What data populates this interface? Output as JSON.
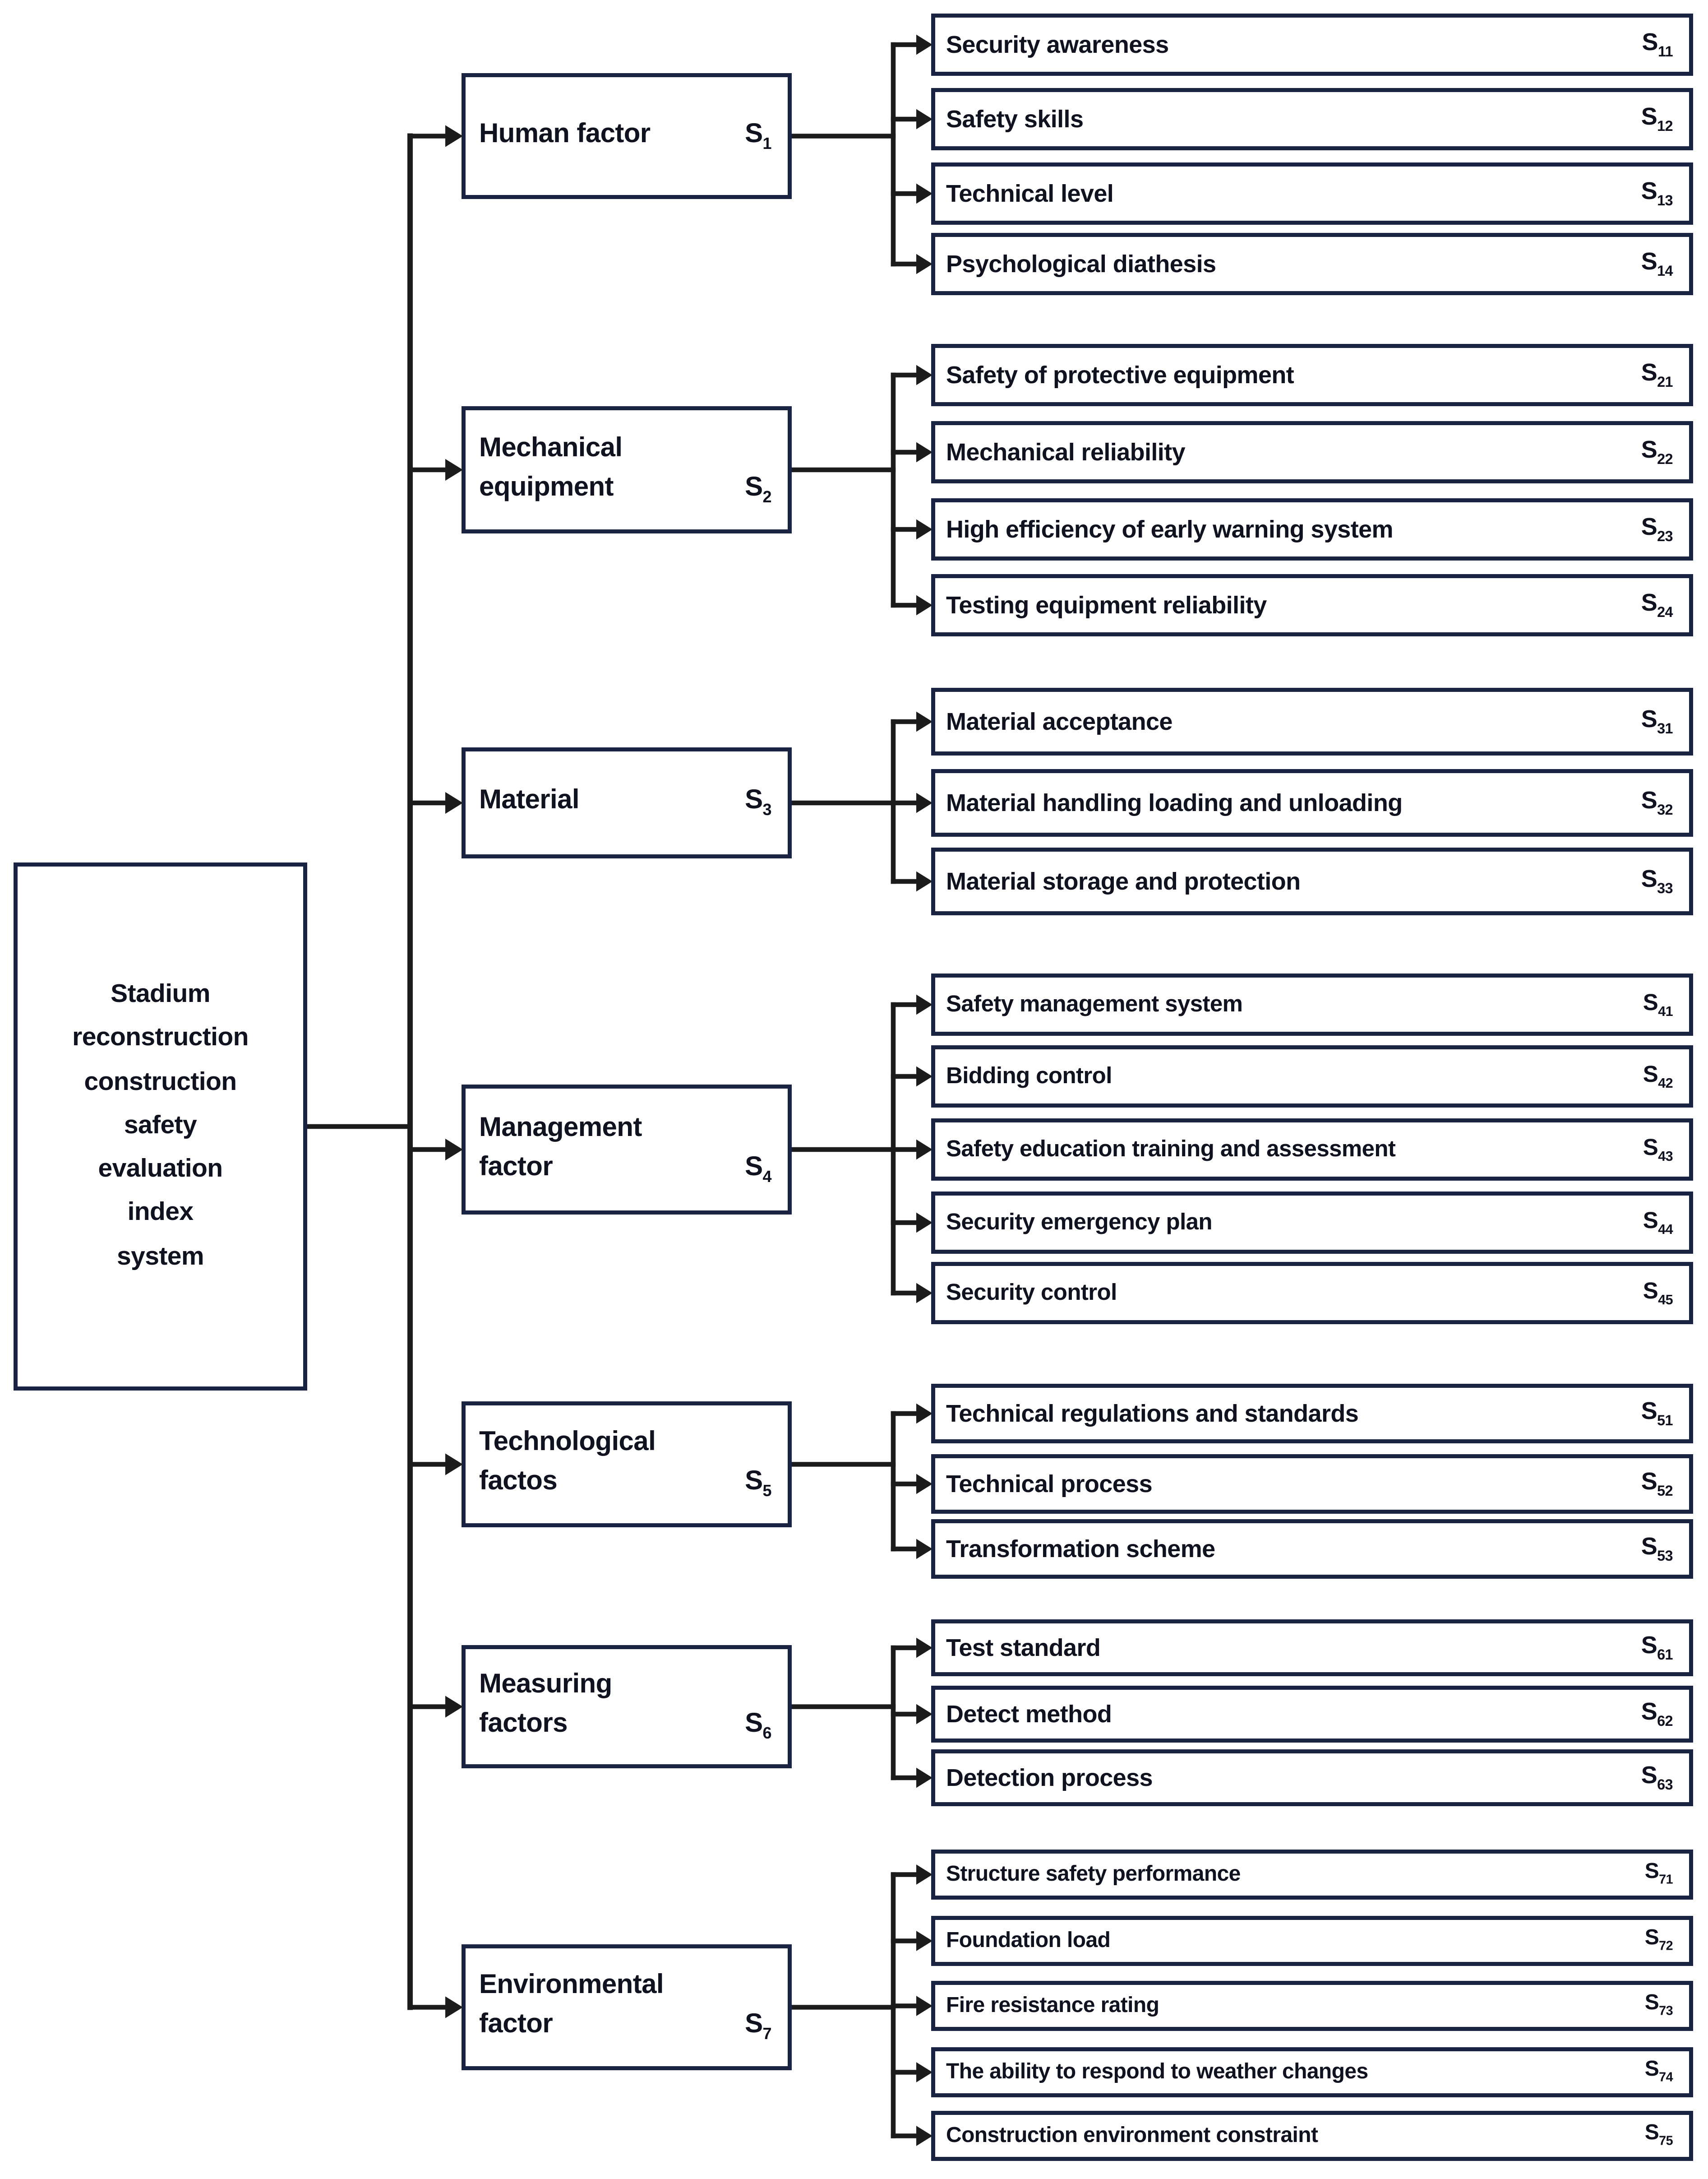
{
  "code_base": "S",
  "root": {
    "label": [
      "Stadium",
      "reconstruction",
      "construction",
      "safety",
      "evaluation",
      "index",
      "system"
    ]
  },
  "groups": [
    {
      "factor": {
        "label_line1": "",
        "label_line2": "Human factor",
        "code_sub": "1"
      },
      "items": [
        {
          "label": "Security awareness",
          "code_sub": "11"
        },
        {
          "label": "Safety skills",
          "code_sub": "12"
        },
        {
          "label": "Technical level",
          "code_sub": "13"
        },
        {
          "label": "Psychological diathesis",
          "code_sub": "14"
        }
      ]
    },
    {
      "factor": {
        "label_line1": "Mechanical",
        "label_line2": "equipment",
        "code_sub": "2"
      },
      "items": [
        {
          "label": "Safety of protective equipment",
          "code_sub": "21"
        },
        {
          "label": "Mechanical reliability",
          "code_sub": "22"
        },
        {
          "label": "High efficiency of early warning system",
          "code_sub": "23"
        },
        {
          "label": "Testing equipment reliability",
          "code_sub": "24"
        }
      ]
    },
    {
      "factor": {
        "label_line1": "",
        "label_line2": "Material",
        "code_sub": "3"
      },
      "items": [
        {
          "label": "Material acceptance",
          "code_sub": "31"
        },
        {
          "label": "Material handling loading and unloading",
          "code_sub": "32"
        },
        {
          "label": "Material storage and protection",
          "code_sub": "33"
        }
      ]
    },
    {
      "factor": {
        "label_line1": "Management",
        "label_line2": "factor",
        "code_sub": "4"
      },
      "items": [
        {
          "label": "Safety management system",
          "code_sub": "41"
        },
        {
          "label": "Bidding control",
          "code_sub": "42"
        },
        {
          "label": "Safety education training and assessment",
          "code_sub": "43"
        },
        {
          "label": "Security emergency plan",
          "code_sub": "44"
        },
        {
          "label": "Security control",
          "code_sub": "45"
        }
      ]
    },
    {
      "factor": {
        "label_line1": "Technological",
        "label_line2": "factos",
        "code_sub": "5"
      },
      "items": [
        {
          "label": "Technical regulations and standards",
          "code_sub": "51"
        },
        {
          "label": "Technical process",
          "code_sub": "52"
        },
        {
          "label": "Transformation scheme",
          "code_sub": "53"
        }
      ]
    },
    {
      "factor": {
        "label_line1": "Measuring",
        "label_line2": "factors",
        "code_sub": "6"
      },
      "items": [
        {
          "label": "Test standard",
          "code_sub": "61"
        },
        {
          "label": "Detect method",
          "code_sub": "62"
        },
        {
          "label": "Detection process",
          "code_sub": "63"
        }
      ]
    },
    {
      "factor": {
        "label_line1": "Environmental",
        "label_line2": "factor",
        "code_sub": "7"
      },
      "items": [
        {
          "label": "Structure safety performance",
          "code_sub": "71"
        },
        {
          "label": "Foundation load",
          "code_sub": "72"
        },
        {
          "label": "Fire resistance rating",
          "code_sub": "73"
        },
        {
          "label": "The ability to respond to weather changes",
          "code_sub": "74"
        },
        {
          "label": "Construction environment constraint",
          "code_sub": "75"
        }
      ]
    }
  ],
  "colors": {
    "box_border": "#1a2342",
    "connector": "#1c1c1c",
    "text": "#10131f",
    "background": "#ffffff"
  }
}
